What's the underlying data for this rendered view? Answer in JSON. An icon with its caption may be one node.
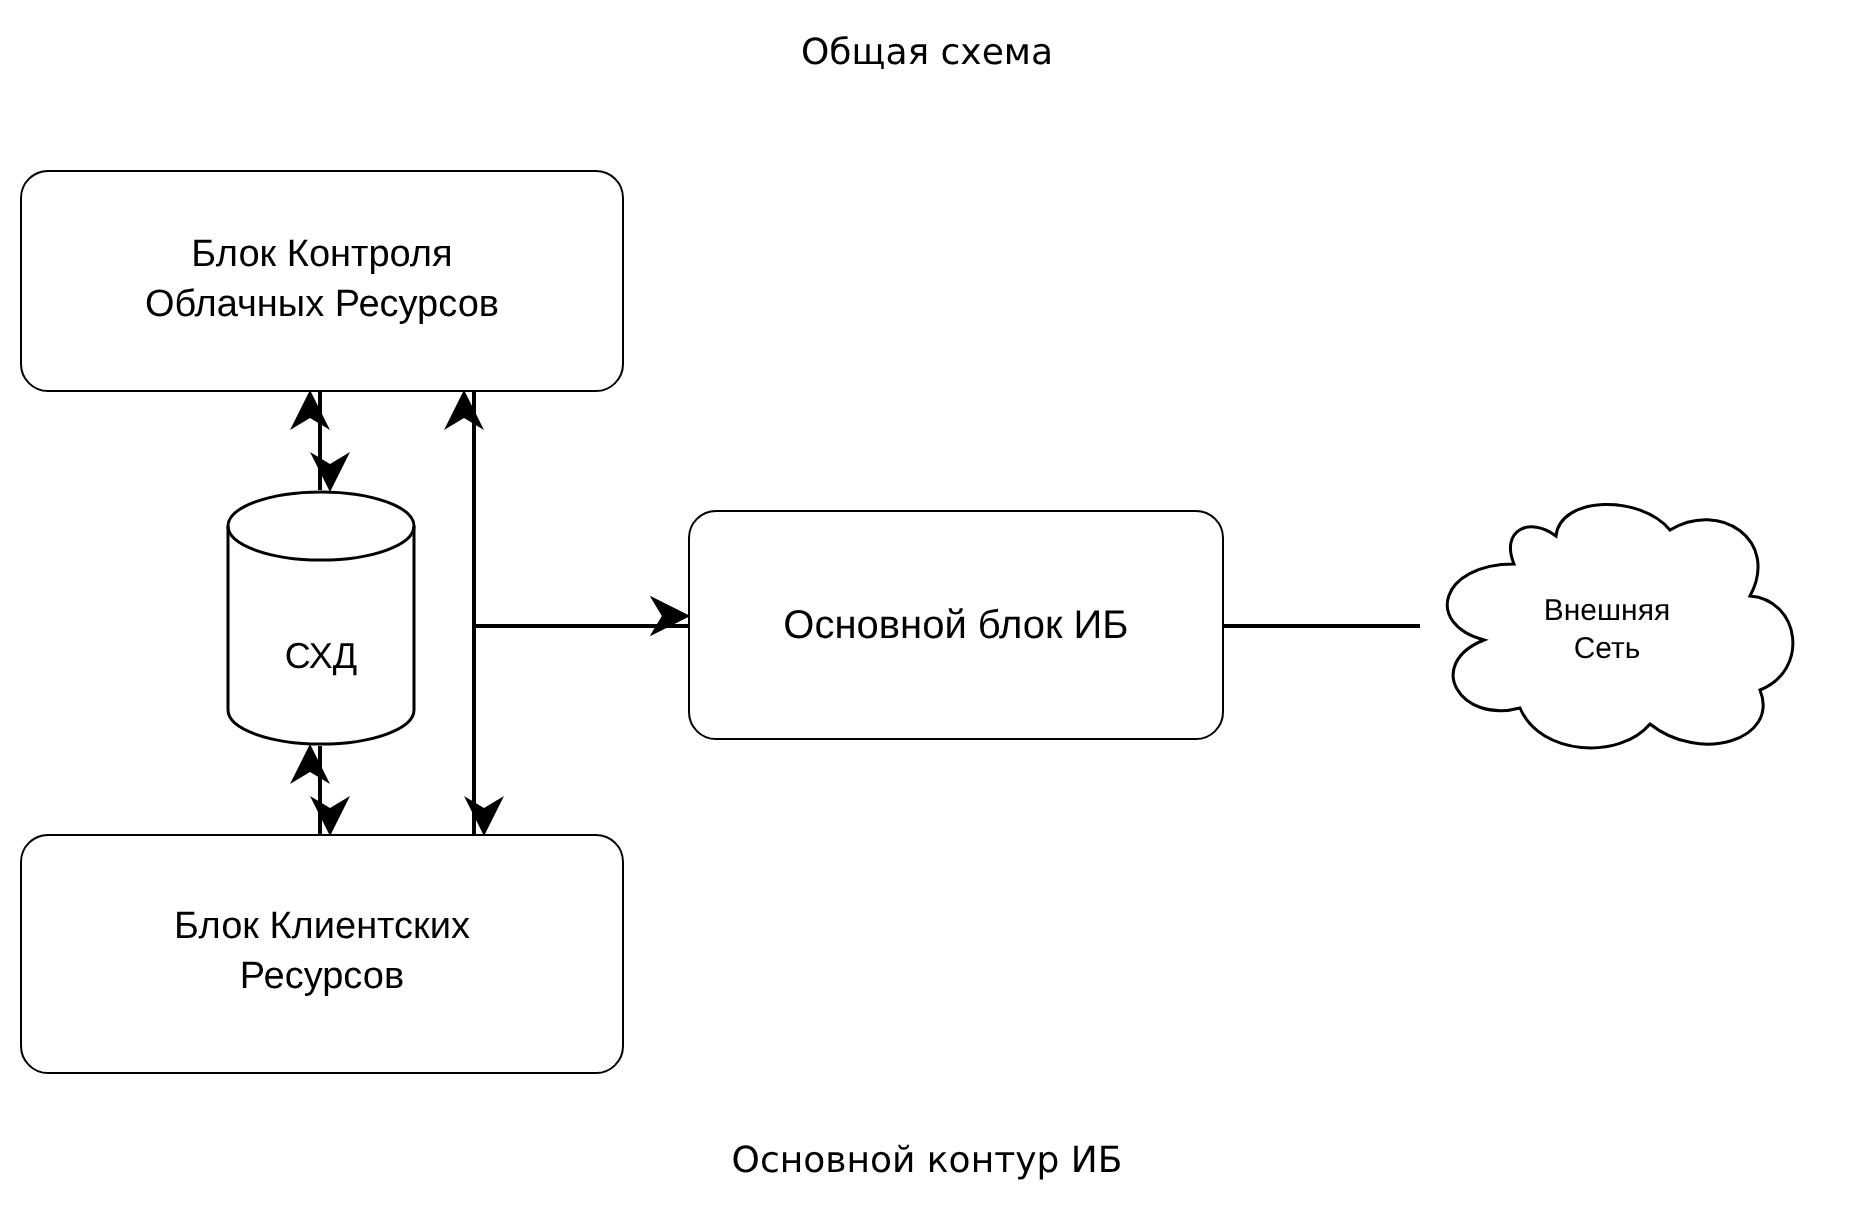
{
  "diagram": {
    "title": "Общая схема",
    "caption": "Основной контур ИБ",
    "nodes": [
      {
        "text": [
          "Блок Контроля Облачных Ресурсов"
        ]
      },
      {
        "text": [
          "СХД"
        ]
      },
      {
        "text": [
          "Блок Клиентских Ресурсов"
        ]
      },
      {
        "text": [
          "Основной блок ИБ"
        ]
      },
      {
        "text": [
          "Внешняя Сеть"
        ]
      }
    ],
    "edges": [
      {
        "from": 0,
        "to": 1,
        "arrow": "both"
      },
      {
        "from": 1,
        "to": 2,
        "arrow": "both"
      },
      {
        "from": 0,
        "to": 2,
        "arrow": "both"
      },
      {
        "from": 0,
        "to": 3,
        "arrow": "to"
      },
      {
        "from": 2,
        "to": 3,
        "arrow": "to"
      },
      {
        "from": 3,
        "to": 4,
        "arrow": "none"
      }
    ]
  }
}
